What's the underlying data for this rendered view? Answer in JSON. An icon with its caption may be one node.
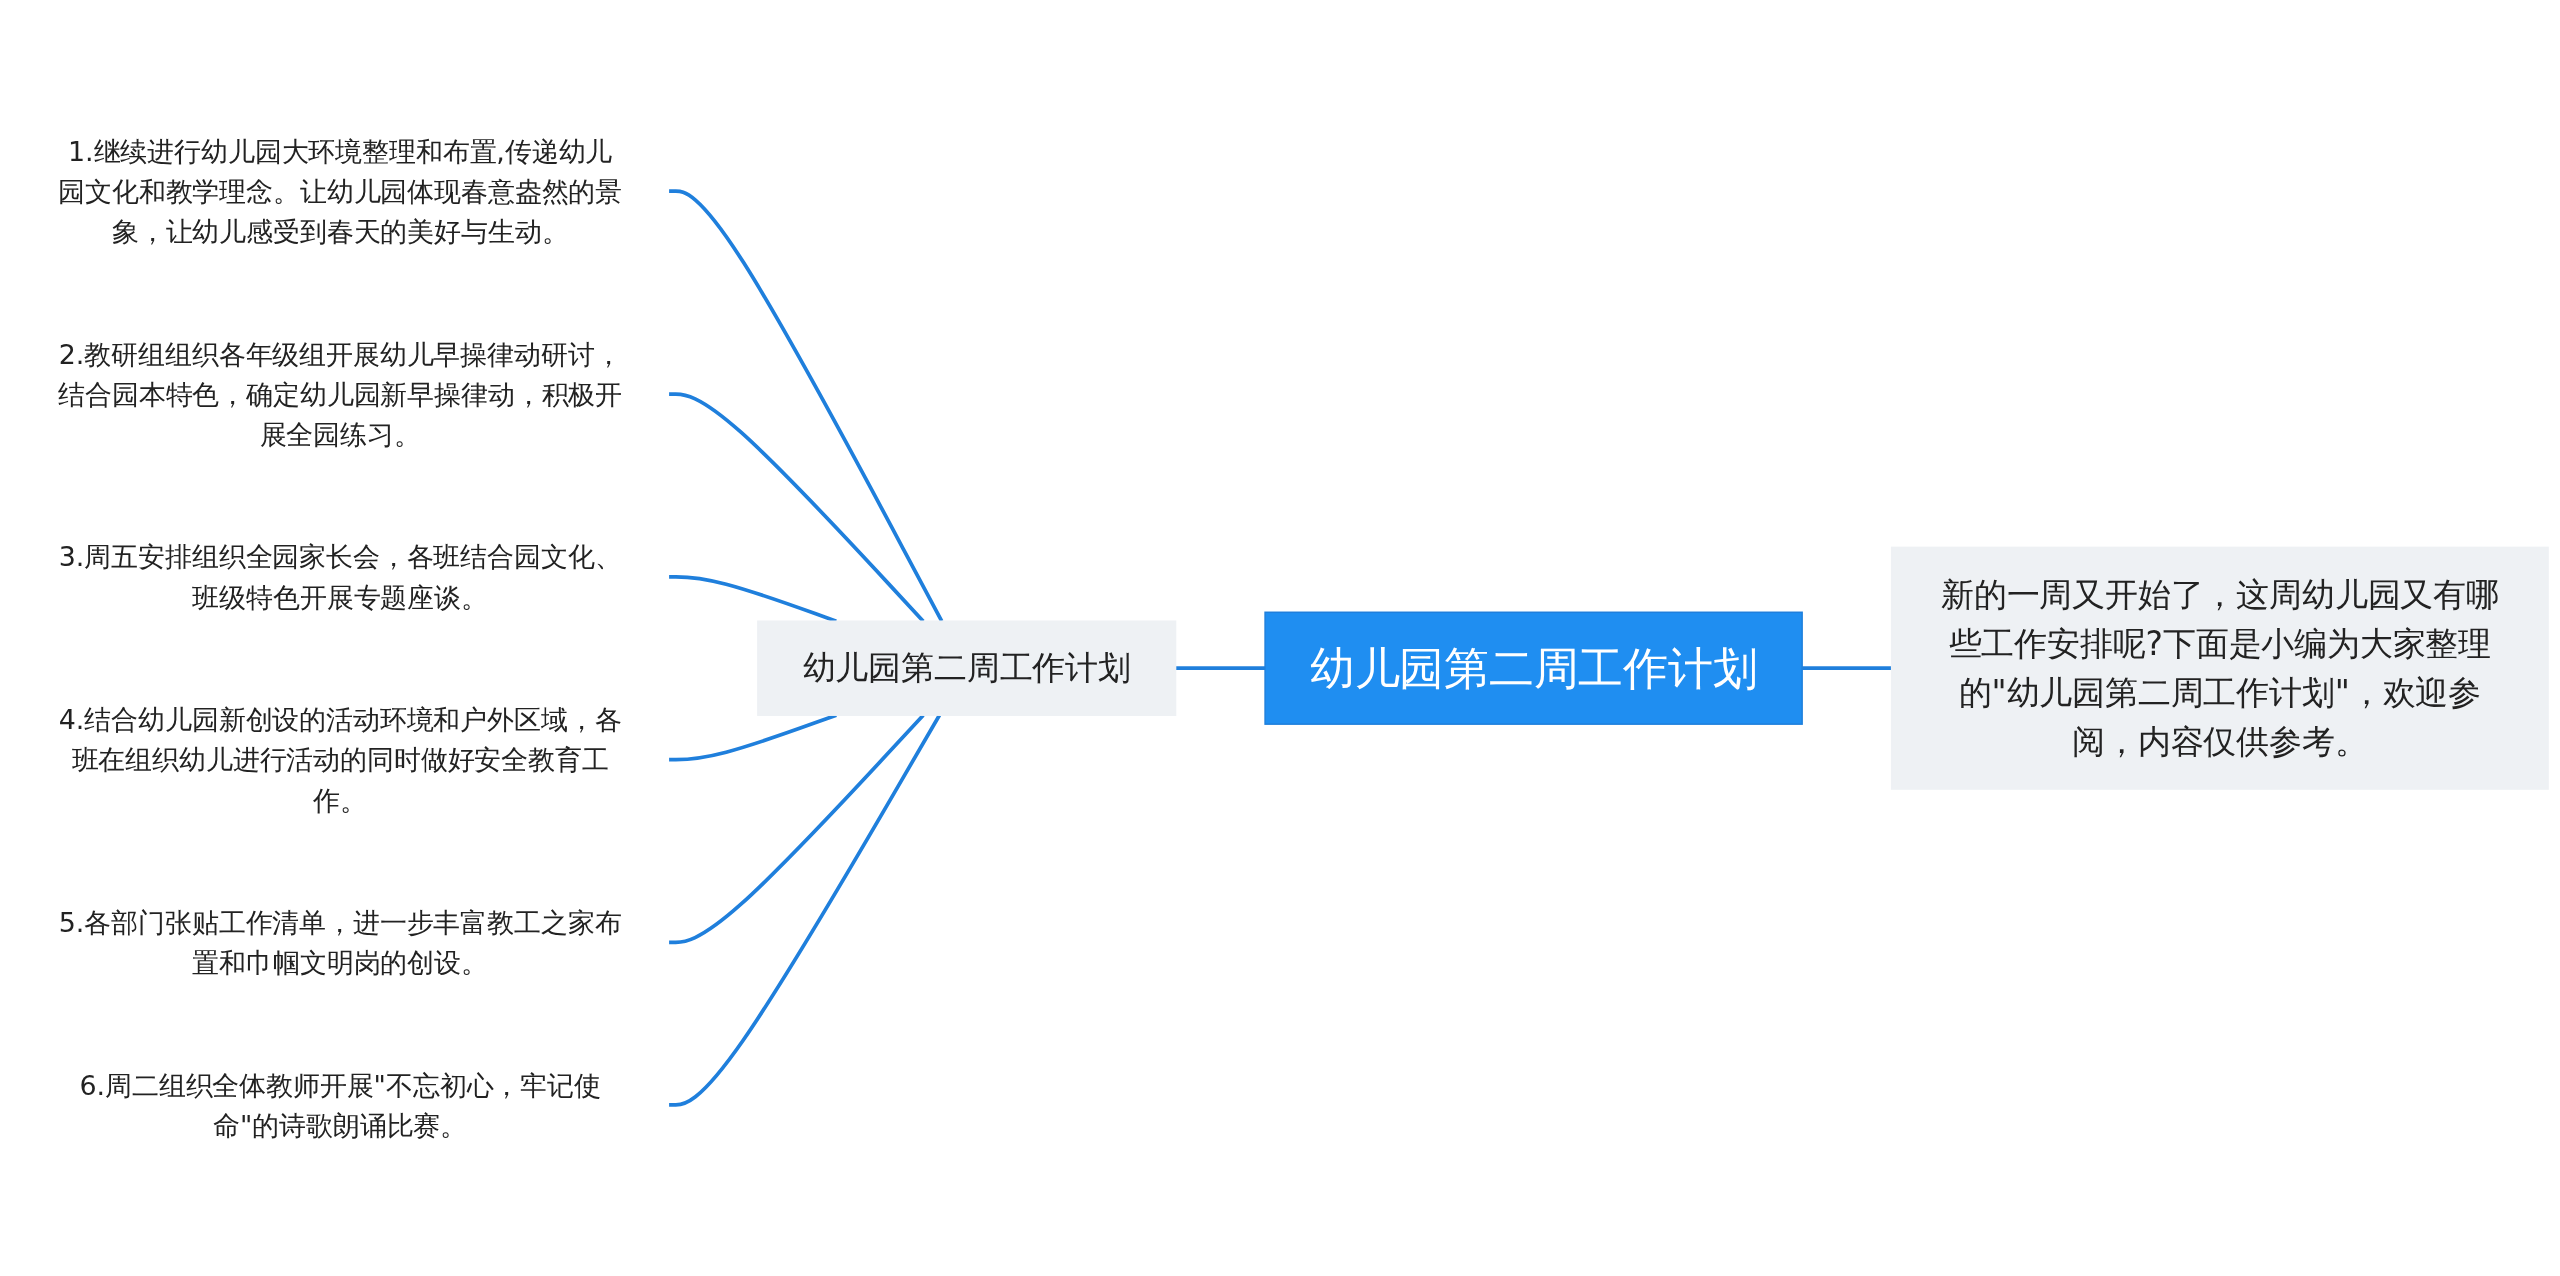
{
  "diagram": {
    "nodes": [
      {
        "text": [
          "幼儿园第二周工作计划"
        ]
      },
      {
        "text": [
          "幼儿园第二周工作计划"
        ]
      },
      {
        "text": [
          "1.继续进行幼儿园大环境整理和布置,传递幼儿园文化和教学理念。让幼儿园体现春意盎然的景象，让幼儿感受到春天的美好与生动。"
        ]
      },
      {
        "text": [
          "2.教研组组织各年级组开展幼儿早操律动研讨，结合园本特色，确定幼儿园新早操律动，积极开展全园练习。"
        ]
      },
      {
        "text": [
          "3.周五安排组织全园家长会，各班结合园文化、班级特色开展专题座谈。"
        ]
      },
      {
        "text": [
          "4.结合幼儿园新创设的活动环境和户外区域，各班在组织幼儿进行活动的同时做好安全教育工作。"
        ]
      },
      {
        "text": [
          "5.各部门张贴工作清单，进一步丰富教工之家布置和巾帼文明岗的创设。"
        ]
      },
      {
        "text": [
          "6.周二组织全体教师开展\"不忘初心，牢记使命\"的诗歌朗诵比赛。"
        ]
      },
      {
        "text": [
          "新的一周又开始了，这周幼儿园又有哪些工作安排呢?下面是小编为大家整理的\"幼儿园第二周工作计划\"，欢迎参阅，内容仅供参考。"
        ]
      }
    ],
    "edges": [
      {
        "from": 0,
        "to": 1,
        "arrow": "none"
      },
      {
        "from": 1,
        "to": 2,
        "arrow": "none"
      },
      {
        "from": 1,
        "to": 3,
        "arrow": "none"
      },
      {
        "from": 1,
        "to": 4,
        "arrow": "none"
      },
      {
        "from": 1,
        "to": 5,
        "arrow": "none"
      },
      {
        "from": 1,
        "to": 6,
        "arrow": "none"
      },
      {
        "from": 1,
        "to": 7,
        "arrow": "none"
      },
      {
        "from": 0,
        "to": 8,
        "arrow": "none"
      }
    ]
  }
}
